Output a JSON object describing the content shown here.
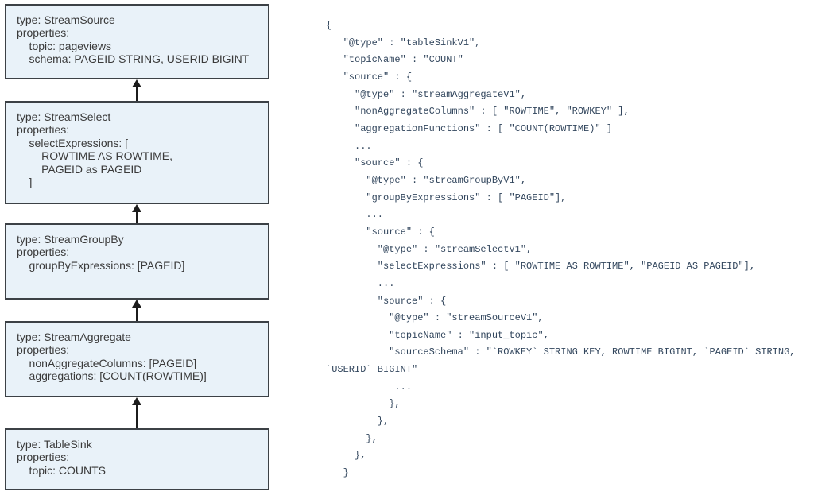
{
  "colors": {
    "background": "#ffffff",
    "node-fill": "#e9f2f9",
    "node-border": "#3c4146",
    "node-text": "#3a3a3a",
    "arrow": "#1c1c1c",
    "code-text": "#33475e"
  },
  "diagram": {
    "nodes": [
      {
        "id": "stream-source",
        "type": "StreamSource",
        "lines": [
          "type: StreamSource",
          "properties:",
          "    topic: pageviews",
          "    schema: PAGEID STRING, USERID BIGINT"
        ]
      },
      {
        "id": "stream-select",
        "type": "StreamSelect",
        "lines": [
          "type: StreamSelect",
          "properties:",
          "    selectExpressions: [",
          "        ROWTIME AS ROWTIME,",
          "        PAGEID as PAGEID",
          "    ]"
        ]
      },
      {
        "id": "stream-group-by",
        "type": "StreamGroupBy",
        "lines": [
          "type: StreamGroupBy",
          "properties:",
          "    groupByExpressions: [PAGEID]"
        ]
      },
      {
        "id": "stream-aggregate",
        "type": "StreamAggregate",
        "lines": [
          "type: StreamAggregate",
          "properties:",
          "    nonAggregateColumns: [PAGEID]",
          "    aggregations: [COUNT(ROWTIME)]"
        ]
      },
      {
        "id": "table-sink",
        "type": "TableSink",
        "lines": [
          "type: TableSink",
          "properties:",
          "    topic: COUNTS"
        ]
      }
    ]
  },
  "code": {
    "lines": [
      "{",
      "   \"@type\" : \"tableSinkV1\",",
      "   \"topicName\" : \"COUNT\"",
      "   \"source\" : {",
      "     \"@type\" : \"streamAggregateV1\",",
      "     \"nonAggregateColumns\" : [ \"ROWTIME\", \"ROWKEY\" ],",
      "     \"aggregationFunctions\" : [ \"COUNT(ROWTIME)\" ]",
      "     ...",
      "     \"source\" : {",
      "       \"@type\" : \"streamGroupByV1\",",
      "       \"groupByExpressions\" : [ \"PAGEID\"],",
      "       ...",
      "       \"source\" : {",
      "         \"@type\" : \"streamSelectV1\",",
      "         \"selectExpressions\" : [ \"ROWTIME AS ROWTIME\", \"PAGEID AS PAGEID\"],",
      "         ...",
      "         \"source\" : {",
      "           \"@type\" : \"streamSourceV1\",",
      "           \"topicName\" : \"input_topic\",",
      "           \"sourceSchema\" : \"`ROWKEY` STRING KEY, ROWTIME BIGINT, `PAGEID` STRING,",
      "`USERID` BIGINT\"",
      "            ...",
      "           },",
      "         },",
      "       },",
      "     },",
      "   }"
    ]
  }
}
